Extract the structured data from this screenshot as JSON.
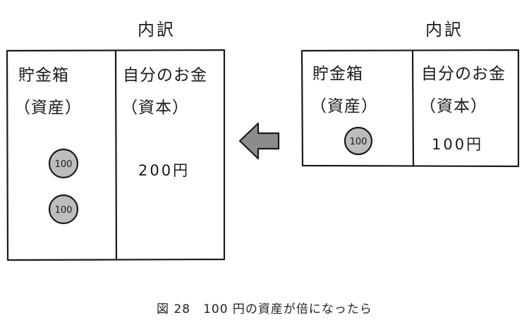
{
  "colors": {
    "ink": "#1a1a1a",
    "coin_fill": "#bdbdbd",
    "arrow_fill": "#8c8c8c",
    "background": "#ffffff"
  },
  "after": {
    "header": "内訳",
    "left_column": {
      "line1": "貯金箱",
      "line2": "（資産）",
      "coins": [
        "100",
        "100"
      ]
    },
    "right_column": {
      "line1": "自分のお金",
      "line2": "（資本）",
      "amount": "200円"
    }
  },
  "before": {
    "header": "内訳",
    "left_column": {
      "line1": "貯金箱",
      "line2": "（資産）",
      "coins": [
        "100"
      ]
    },
    "right_column": {
      "line1": "自分のお金",
      "line2": "（資本）",
      "amount": "100円"
    }
  },
  "arrow": {
    "icon": "arrow-left-icon",
    "direction": "left"
  },
  "caption": "図 28　100 円の資産が倍になったら"
}
